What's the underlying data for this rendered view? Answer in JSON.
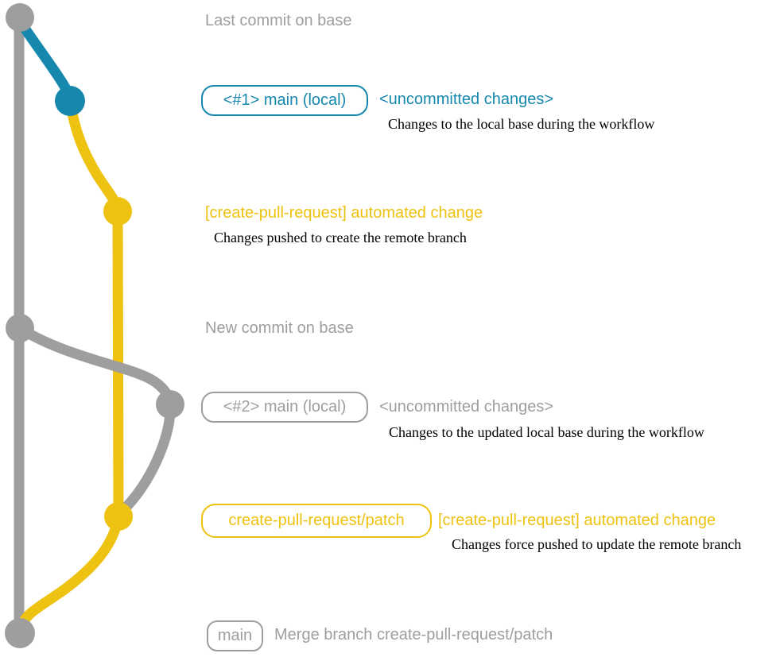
{
  "colors": {
    "base_gray": "#9e9e9e",
    "teal": "#1688ae",
    "gold": "#eec211",
    "description_black": "#000000",
    "background": "#ffffff"
  },
  "events": {
    "last_commit": {
      "title": "Last commit on base"
    },
    "local_main_1": {
      "badge": "<#1> main (local)",
      "label": "<uncommitted changes>",
      "description": "Changes to the local base during the workflow"
    },
    "automated_change_1": {
      "label": "[create-pull-request] automated change",
      "description": "Changes pushed to create the remote branch"
    },
    "new_commit": {
      "title": "New commit on base"
    },
    "local_main_2": {
      "badge": "<#2> main (local)",
      "label": "<uncommitted changes>",
      "description": "Changes to the updated local base during the workflow"
    },
    "patch_branch": {
      "badge": "create-pull-request/patch",
      "label": "[create-pull-request] automated change",
      "description": "Changes force pushed to update the remote branch"
    },
    "merge": {
      "badge": "main",
      "label": "Merge branch create-pull-request/patch"
    }
  }
}
